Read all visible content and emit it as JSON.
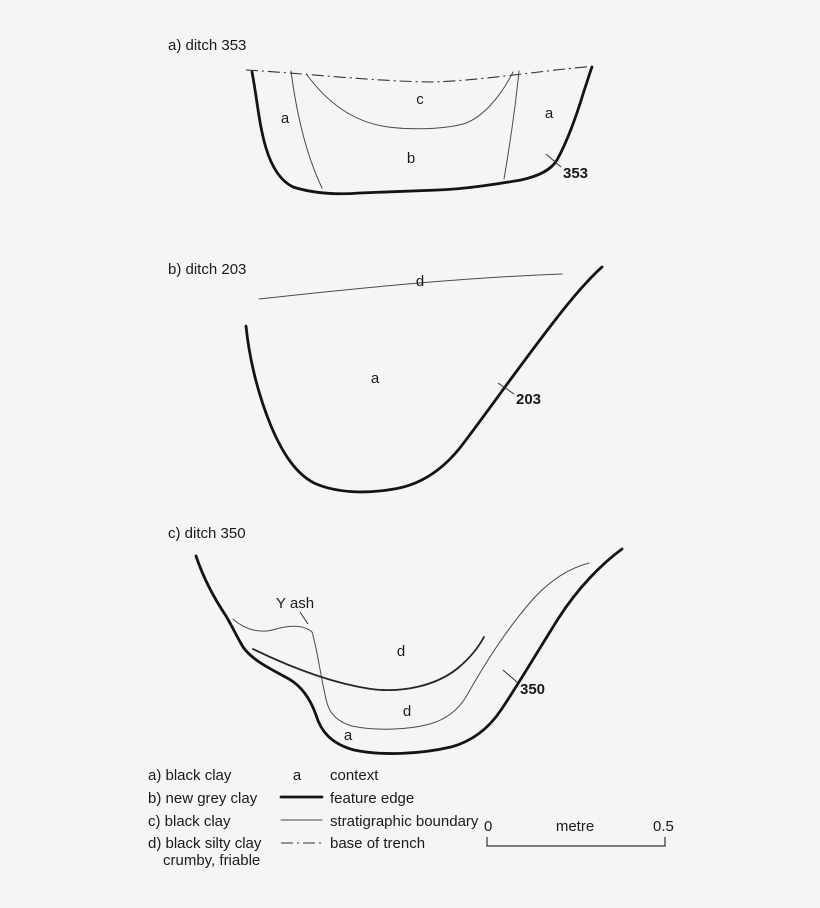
{
  "colors": {
    "background": "#f5f5f5",
    "ink": "#1a1a1a"
  },
  "sections": {
    "a": {
      "title": "a) ditch 353",
      "context_left": "a",
      "context_c": "c",
      "context_right": "a",
      "context_b": "b",
      "feature_number": "353"
    },
    "b": {
      "title": "b) ditch 203",
      "context_d": "d",
      "context_a": "a",
      "feature_number": "203"
    },
    "c": {
      "title": "c) ditch 350",
      "y_ash_label": "Y ash",
      "context_d_upper": "d",
      "context_d_lower": "d",
      "context_a": "a",
      "feature_number": "350"
    }
  },
  "legend": {
    "materials": [
      {
        "label": "a) black clay"
      },
      {
        "label": "b) new grey clay"
      },
      {
        "label": "c) black clay"
      },
      {
        "label": "d) black silty clay",
        "sublabel": "crumby, friable"
      }
    ],
    "symbols": [
      {
        "sample": "a",
        "meaning": "context"
      },
      {
        "meaning": "feature edge"
      },
      {
        "meaning": "stratigraphic boundary"
      },
      {
        "meaning": "base of trench"
      }
    ],
    "scale": {
      "zero": "0",
      "unit": "metre",
      "end": "0.5"
    }
  }
}
